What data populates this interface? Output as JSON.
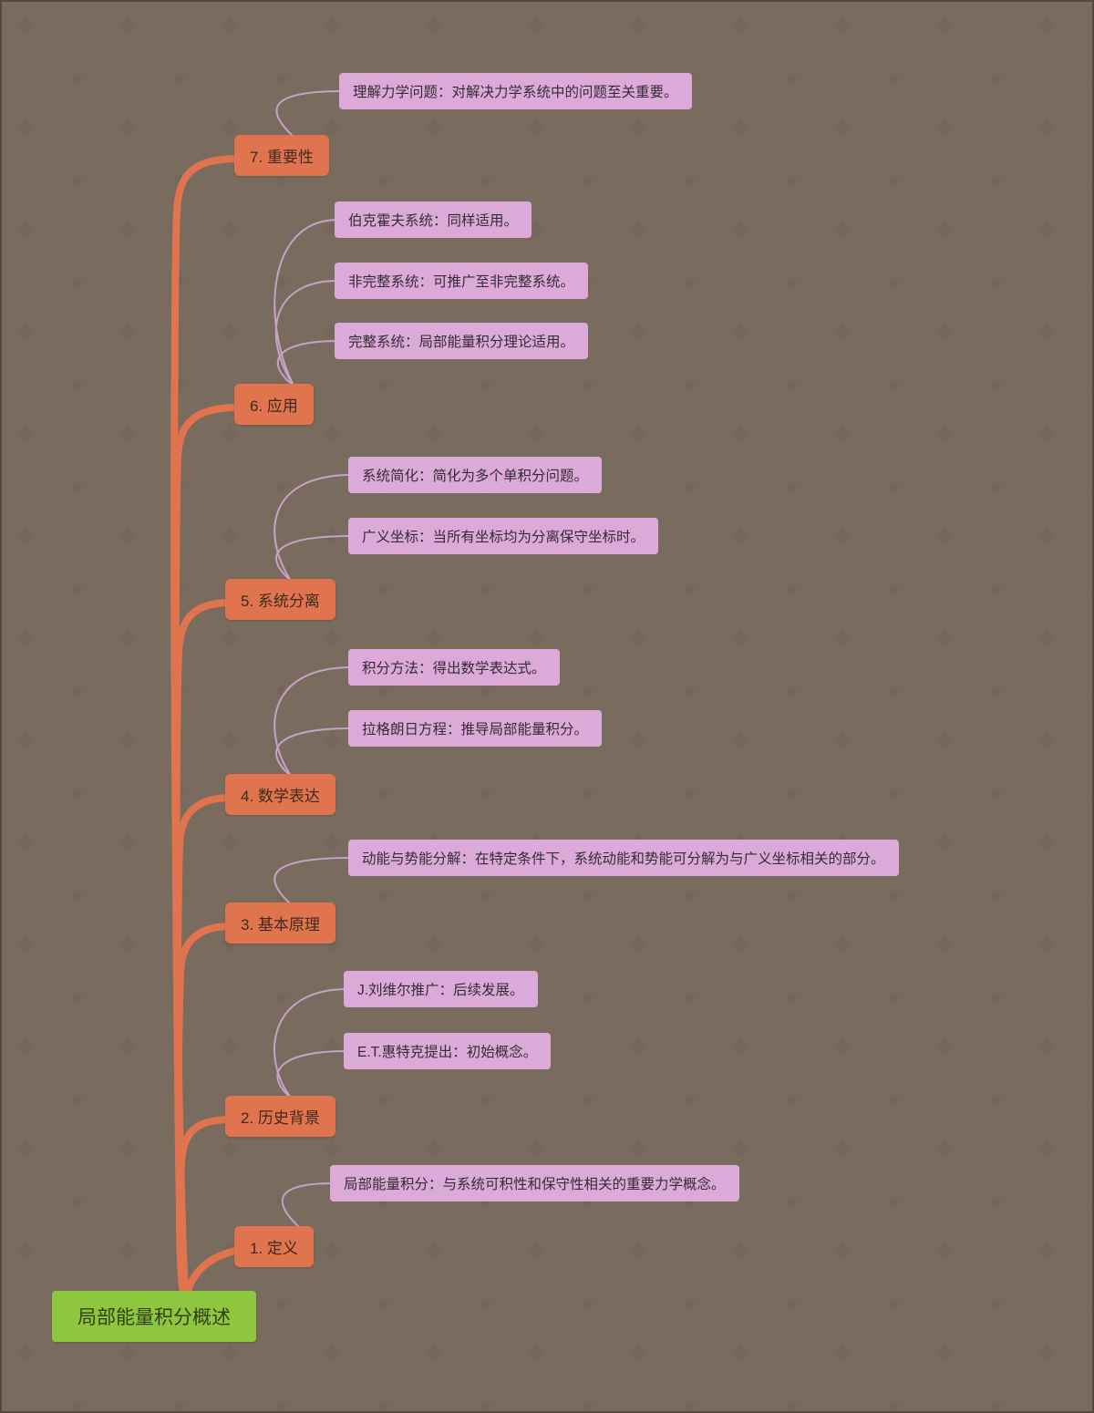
{
  "root": {
    "label": "局部能量积分概述"
  },
  "branches": [
    {
      "label": "1. 定义",
      "leaves": [
        {
          "label": "局部能量积分：与系统可积性和保守性相关的重要力学概念。"
        }
      ]
    },
    {
      "label": "2. 历史背景",
      "leaves": [
        {
          "label": "J.刘维尔推广：后续发展。"
        },
        {
          "label": "E.T.惠特克提出：初始概念。"
        }
      ]
    },
    {
      "label": "3. 基本原理",
      "leaves": [
        {
          "label": "动能与势能分解：在特定条件下，系统动能和势能可分解为与广义坐标相关的部分。"
        }
      ]
    },
    {
      "label": "4. 数学表达",
      "leaves": [
        {
          "label": "积分方法：得出数学表达式。"
        },
        {
          "label": "拉格朗日方程：推导局部能量积分。"
        }
      ]
    },
    {
      "label": "5. 系统分离",
      "leaves": [
        {
          "label": "系统简化：简化为多个单积分问题。"
        },
        {
          "label": "广义坐标：当所有坐标均为分离保守坐标时。"
        }
      ]
    },
    {
      "label": "6. 应用",
      "leaves": [
        {
          "label": "伯克霍夫系统：同样适用。"
        },
        {
          "label": "非完整系统：可推广至非完整系统。"
        },
        {
          "label": "完整系统：局部能量积分理论适用。"
        }
      ]
    },
    {
      "label": "7. 重要性",
      "leaves": [
        {
          "label": "理解力学问题：对解决力学系统中的问题至关重要。"
        }
      ]
    }
  ],
  "colors": {
    "background": "#7a6b5f",
    "branch": "#e0744e",
    "leaf": "#dcaad8",
    "root": "#8ec63f",
    "spine": "#e0744e",
    "connector": "#c8a2c4"
  }
}
